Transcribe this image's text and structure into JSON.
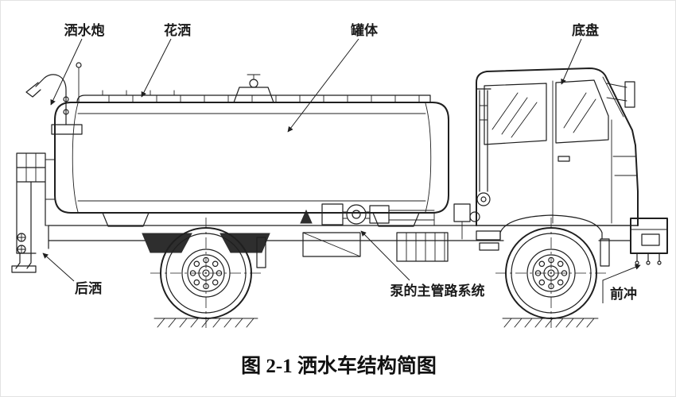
{
  "figure": {
    "caption": "图 2-1 洒水车结构简图",
    "labels": {
      "water_cannon": "洒水炮",
      "sprinkler": "花洒",
      "tank_body": "罐体",
      "chassis": "底盘",
      "rear_spray": "后洒",
      "pump_main_pipeline": "泵的主管路系统",
      "front_flush": "前冲"
    },
    "colors": {
      "line": "#1f1f1f",
      "background": "#ffffff"
    }
  }
}
